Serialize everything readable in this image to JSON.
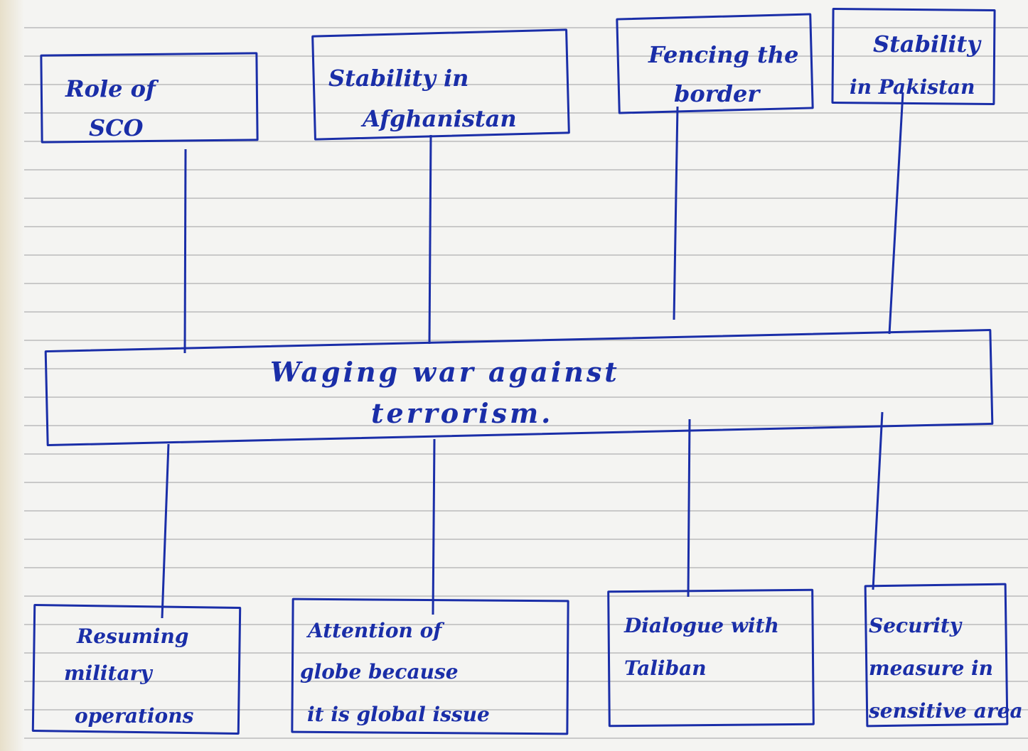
{
  "diagram": {
    "center": {
      "line1": "Waging   war   against",
      "line2": "terrorism."
    },
    "top_boxes": [
      {
        "line1": "Role   of",
        "line2": "SCO"
      },
      {
        "line1": "Stability   in",
        "line2": "Afghanistan"
      },
      {
        "line1": "Fencing   the",
        "line2": "border"
      },
      {
        "line1": "Stability",
        "line2": "in Pakistan"
      }
    ],
    "bottom_boxes": [
      {
        "line1": "Resuming",
        "line2": "military",
        "line3": "operations"
      },
      {
        "line1": "Attention   of",
        "line2": "globe   because",
        "line3": "it is global issue"
      },
      {
        "line1": "Dialogue with",
        "line2": "Taliban",
        "line3": ""
      },
      {
        "line1": "Security",
        "line2": "measure in",
        "line3": "sensitive area"
      }
    ],
    "ink_color": "#1a2ea8"
  }
}
